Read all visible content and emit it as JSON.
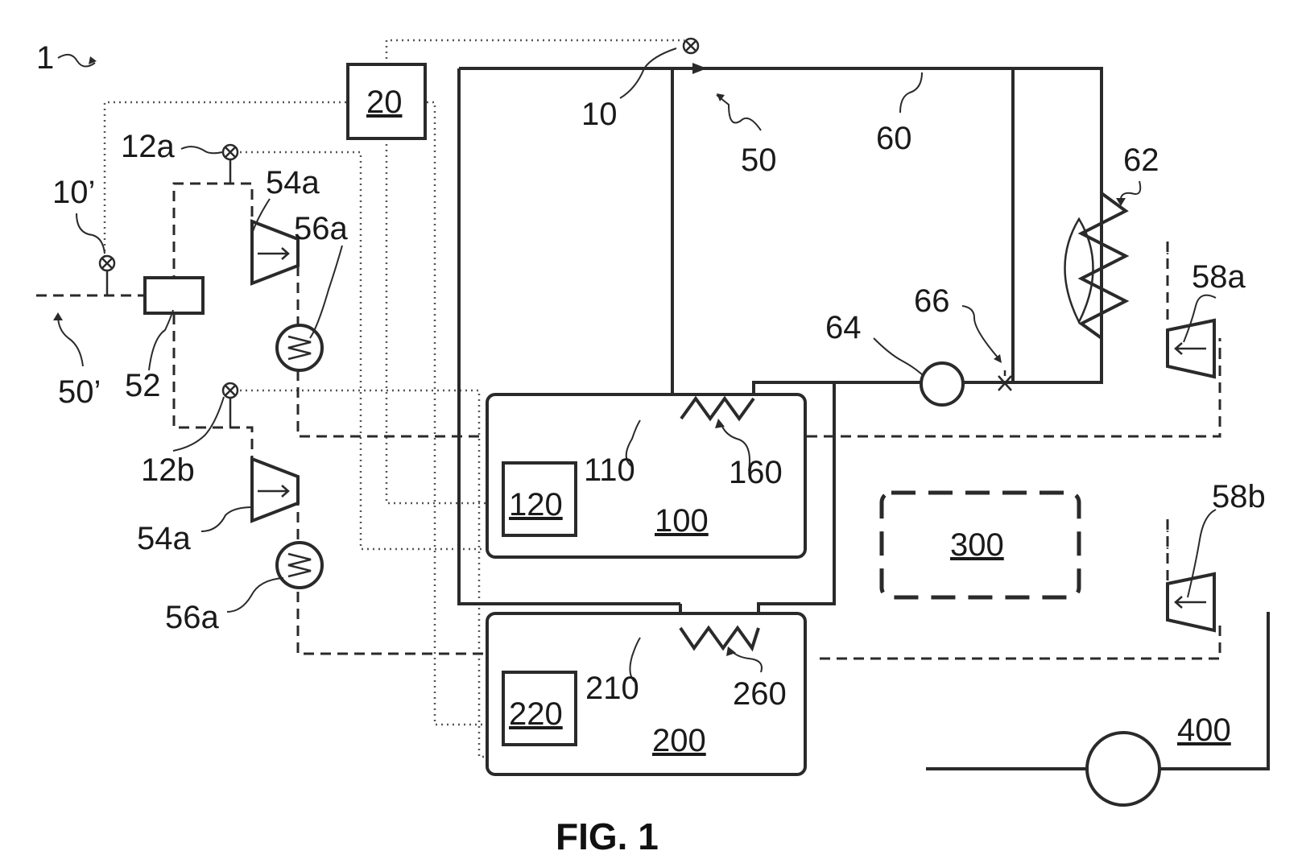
{
  "figure": {
    "caption": "FIG. 1",
    "labels": {
      "system": "1",
      "controller": "20",
      "sensor_main": "10",
      "circuit": "50",
      "line": "60",
      "radiator": "62",
      "pump": "64",
      "valve": "66",
      "sensor_alt": "10’",
      "circuit_alt": "50’",
      "splitter": "52",
      "sensor_a": "12a",
      "sensor_b": "12b",
      "turbine_a": "54a",
      "turbine_b": "54a",
      "hx_a": "56a",
      "hx_b": "56a",
      "tank1_sensor": "110",
      "tank1_coil": "160",
      "tank2_sensor": "210",
      "tank2_coil": "260",
      "turbine_58a": "58a",
      "turbine_58b": "58b"
    },
    "boxes": {
      "ctrl_box": "20",
      "sub1_ctrl": "120",
      "tank1": "100",
      "sub2_ctrl": "220",
      "tank2": "200",
      "tank3": "300",
      "network": "400"
    }
  }
}
